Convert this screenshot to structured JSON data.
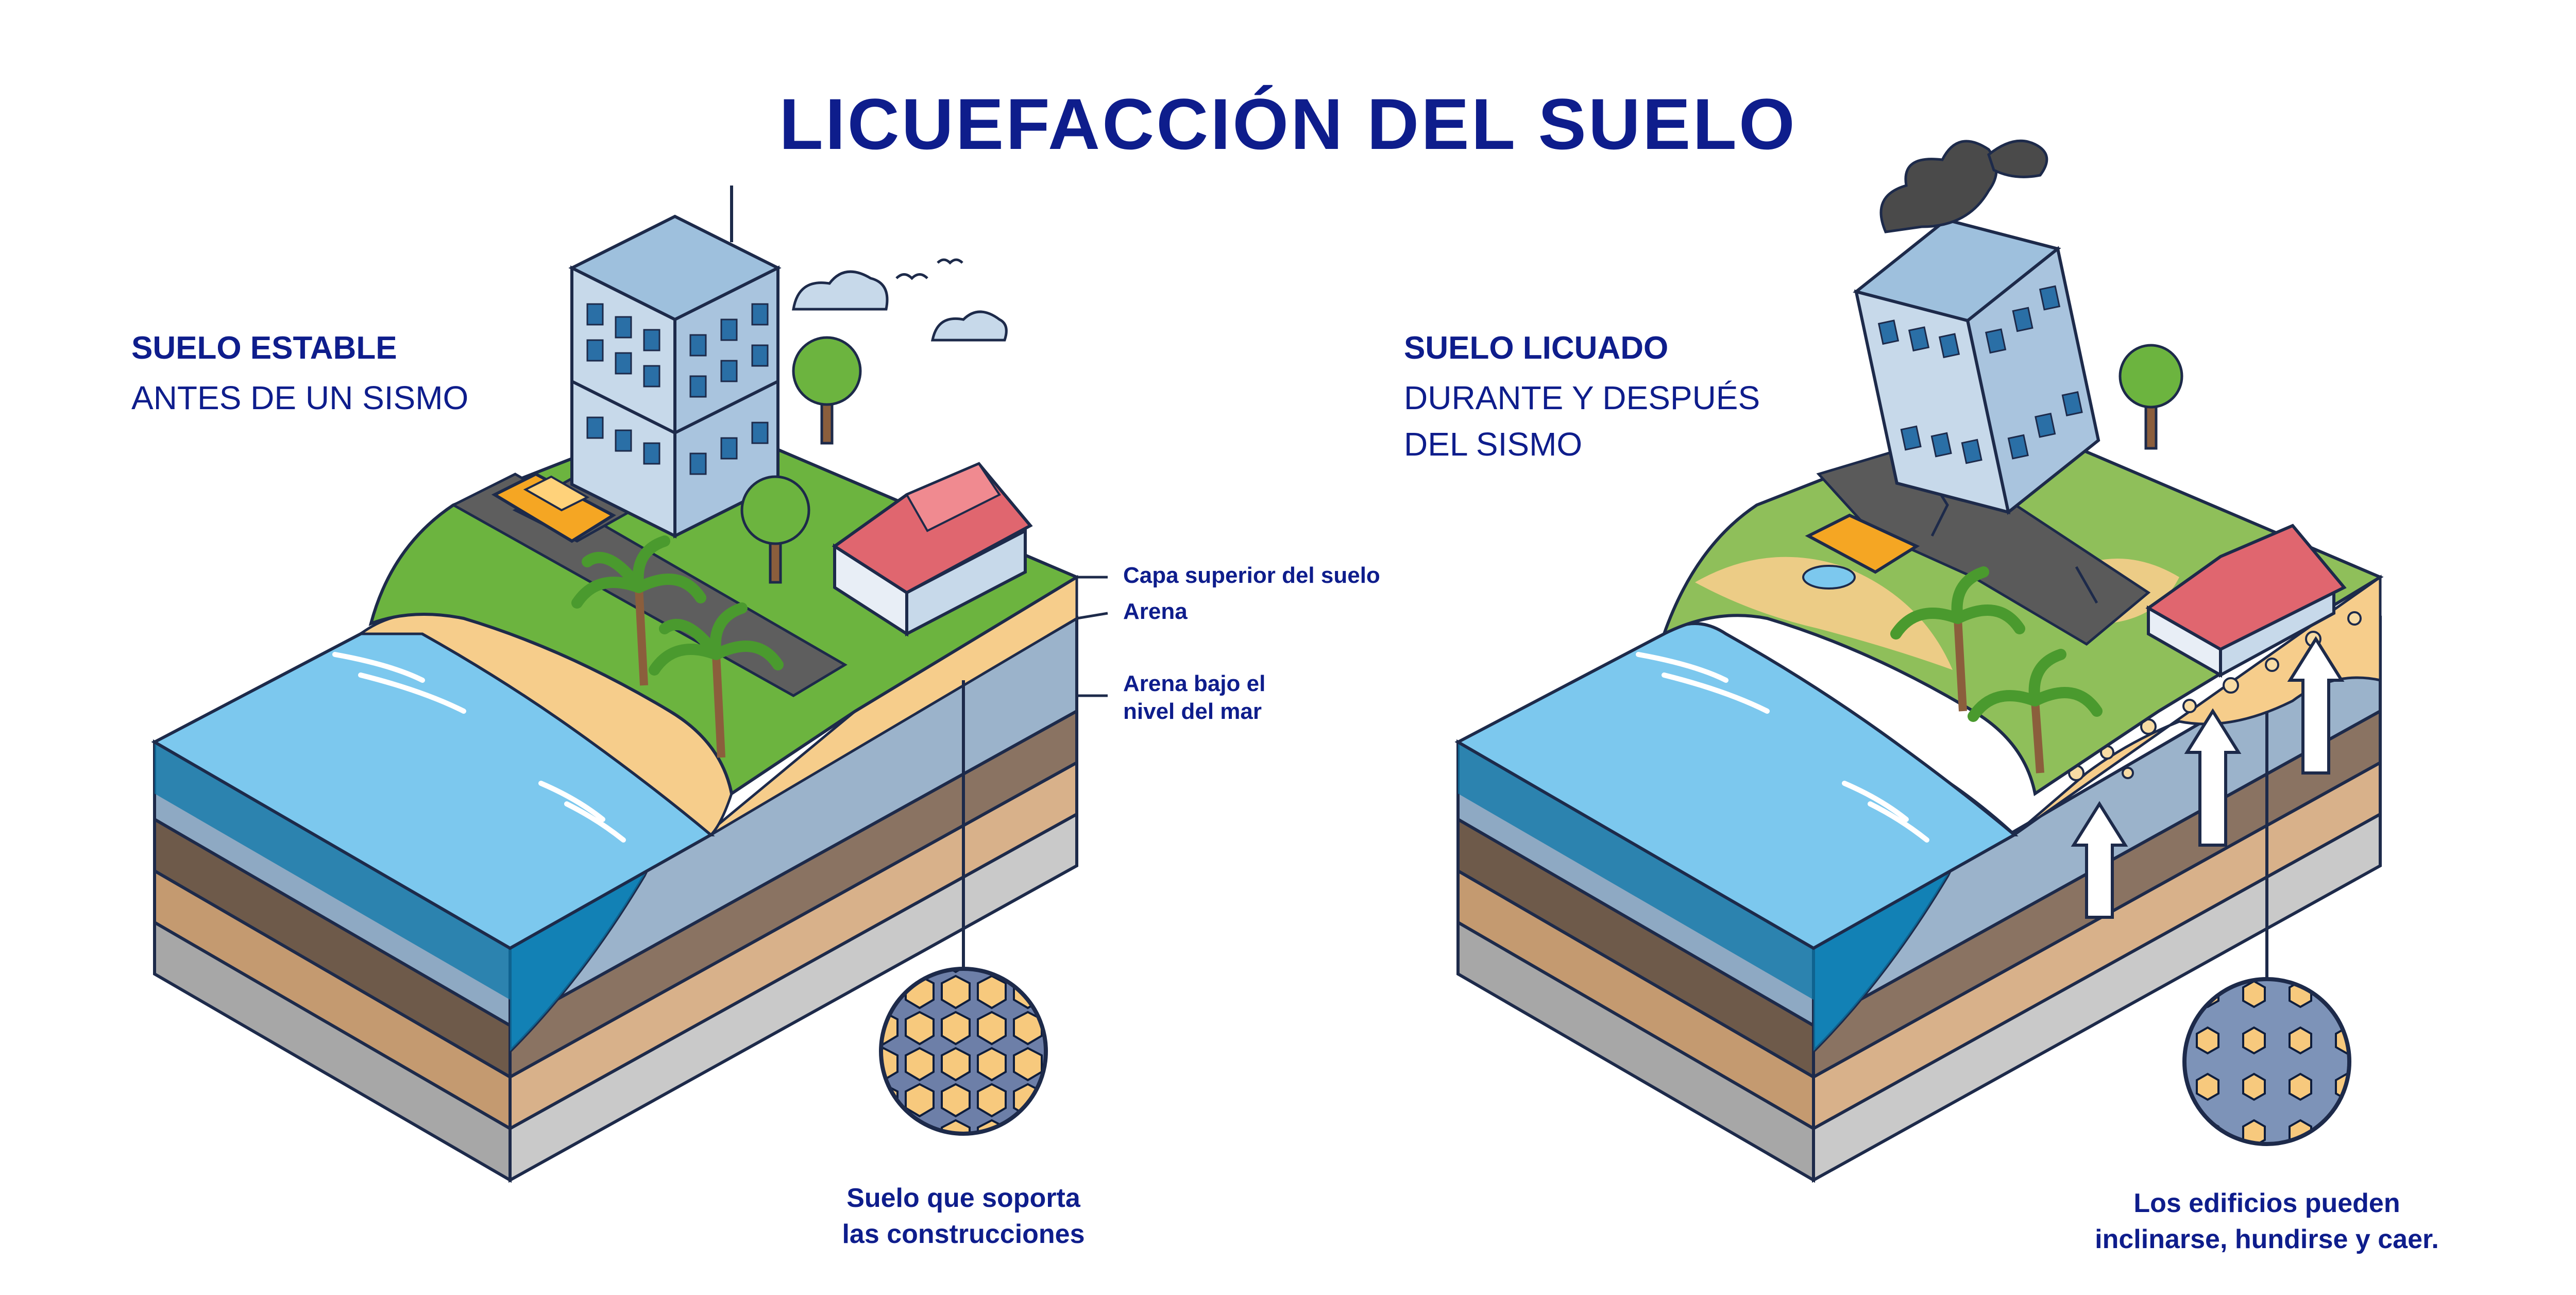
{
  "title": "LICUEFACCIÓN DEL SUELO",
  "left_panel": {
    "heading": "SUELO ESTABLE",
    "subheading": "ANTES DE UN SISMO",
    "caption_line1": "Suelo que soporta",
    "caption_line2": "las construcciones"
  },
  "right_panel": {
    "heading": "SUELO LICUADO",
    "subheading_line1": "DURANTE Y DESPUÉS",
    "subheading_line2": "DEL SISMO",
    "caption_line1": "Los edificios pueden",
    "caption_line2": "inclinarse, hundirse y caer."
  },
  "layer_labels": {
    "topsoil": "Capa superior del suelo",
    "sand": "Arena",
    "sand_below_sea_line1": "Arena bajo el",
    "sand_below_sea_line2": "nivel del mar"
  },
  "colors": {
    "text": "#0e1d8c",
    "water": "#29a3dd",
    "water_dark": "#0a7fb0",
    "grass": "#6cb43f",
    "sand": "#f6cd8b",
    "soil_blue": "#8ea9c3",
    "rock_brown": "#7a6250",
    "rock_tan": "#c89c71",
    "rock_gray": "#b9b9b9"
  }
}
